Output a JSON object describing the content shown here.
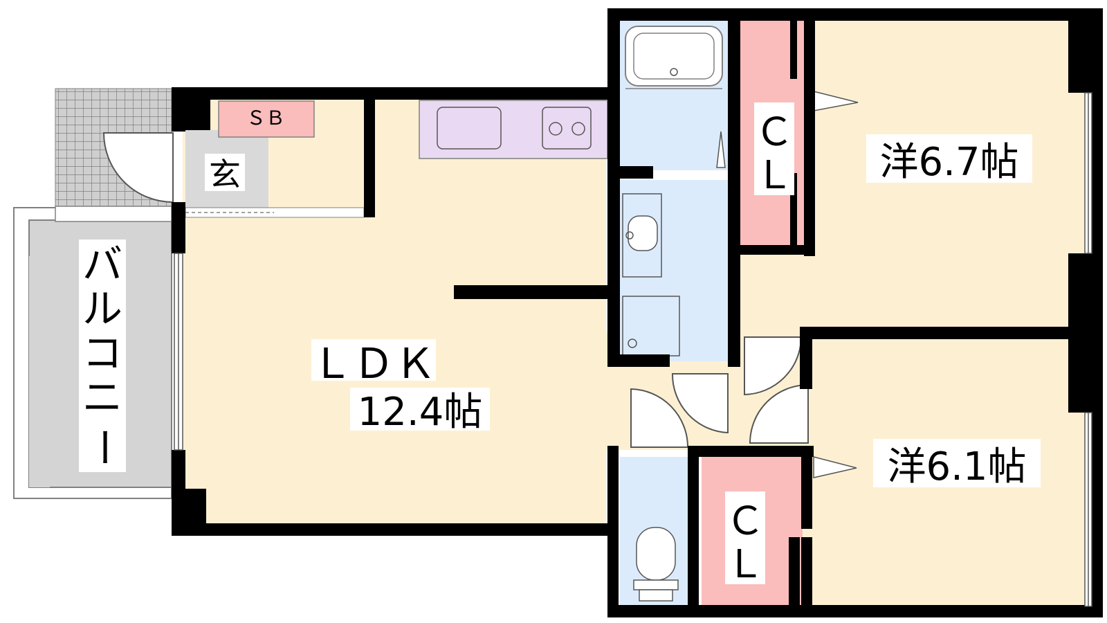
{
  "plan": {
    "labels": {
      "ldk_name": "ＬＤＫ",
      "ldk_size": "12.4帖",
      "room1": "洋6.7帖",
      "room2": "洋6.1帖",
      "closet_top_c": "Ｃ",
      "closet_top_l": "Ｌ",
      "closet_bottom_c": "Ｃ",
      "closet_bottom_l": "Ｌ",
      "shoe_box": "ＳＢ",
      "entrance": "玄",
      "balcony": [
        "バ",
        "ル",
        "コ",
        "ニ",
        "ー"
      ]
    },
    "colors": {
      "wall": "#000000",
      "floor_wood": "#fdf0d2",
      "wet_area": "#dcebfb",
      "closet": "#fbbcbc",
      "kitchen": "#ead9f2",
      "entrance_floor": "#d9d9d9",
      "balcony": "#d4d4d4",
      "grid_outer": "#bfbfbf"
    }
  }
}
